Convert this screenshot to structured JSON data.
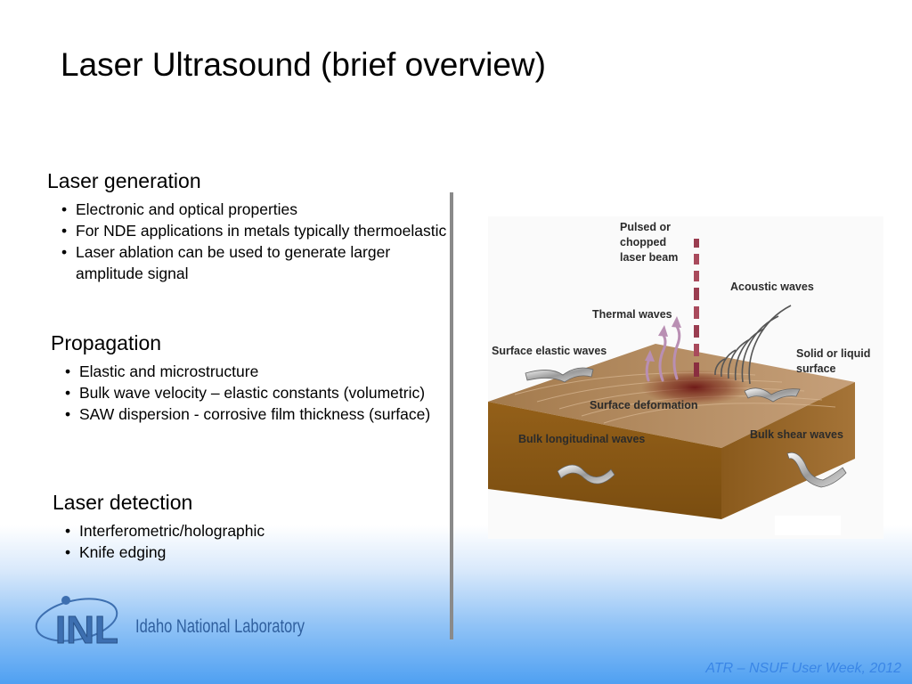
{
  "title": "Laser Ultrasound (brief overview)",
  "sections": [
    {
      "heading": "Laser generation",
      "bullets": [
        "Electronic and optical properties",
        "For NDE applications in metals typically thermoelastic",
        "Laser ablation can be used to generate larger amplitude signal"
      ]
    },
    {
      "heading": "Propagation",
      "bullets": [
        "Elastic and microstructure",
        "Bulk wave velocity – elastic constants (volumetric)",
        "SAW dispersion - corrosive film thickness (surface)"
      ]
    },
    {
      "heading": "Laser detection",
      "bullets": [
        "Interferometric/holographic",
        "Knife edging"
      ]
    }
  ],
  "diagram": {
    "labels": {
      "beam_1": "Pulsed or",
      "beam_2": "chopped",
      "beam_3": "laser beam",
      "acoustic": "Acoustic waves",
      "thermal": "Thermal waves",
      "surface_elastic": "Surface elastic waves",
      "solid_1": "Solid or liquid",
      "solid_2": "surface",
      "deformation": "Surface deformation",
      "longitudinal": "Bulk longitudinal waves",
      "shear": "Bulk shear waves"
    }
  },
  "logo": {
    "mark": "INL",
    "name": "Idaho National Laboratory"
  },
  "footer": "ATR – NSUF User Week, 2012"
}
